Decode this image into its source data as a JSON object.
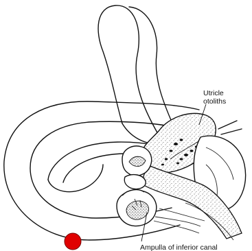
{
  "labels": {
    "utricle": "Utricle",
    "otoliths": "otoliths",
    "ampulla": "Ampulla of inferior canal"
  },
  "marker_color": "#e00000"
}
